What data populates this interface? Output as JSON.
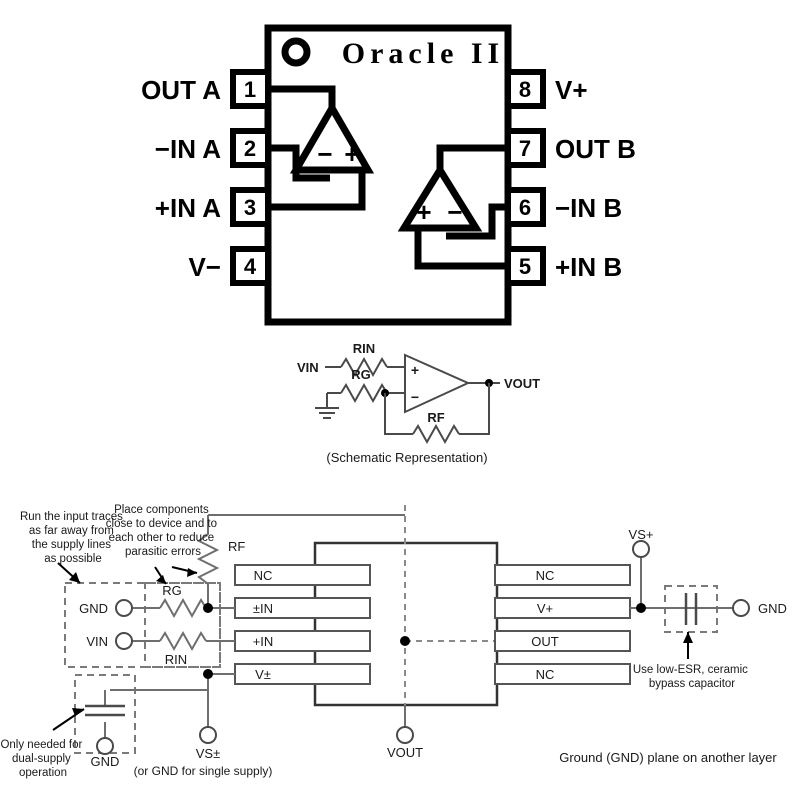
{
  "package": {
    "title": "Oracle II",
    "pin_marker_icon": "circle-pin1-marker",
    "left_pins": [
      {
        "num": "1",
        "label": "OUT A"
      },
      {
        "num": "2",
        "label": "−IN A"
      },
      {
        "num": "3",
        "label": "+IN A"
      },
      {
        "num": "4",
        "label": "V−"
      }
    ],
    "right_pins": [
      {
        "num": "8",
        "label": "V+"
      },
      {
        "num": "7",
        "label": "OUT B"
      },
      {
        "num": "6",
        "label": "−IN B"
      },
      {
        "num": "5",
        "label": "+IN B"
      }
    ],
    "amp_a": {
      "minus": "−",
      "plus": "+"
    },
    "amp_b": {
      "plus": "+",
      "minus": "−"
    }
  },
  "schematic": {
    "caption": "(Schematic Representation)",
    "vin": "VIN",
    "vout": "VOUT",
    "rin": "RIN",
    "rg": "RG",
    "rf": "RF",
    "opamp_plus": "+",
    "opamp_minus": "−",
    "ground_icon": "ground-symbol"
  },
  "layout": {
    "notes": {
      "input_traces": "Run the input traces\nas far away from\nthe supply lines\nas possible",
      "place_components": "Place components\nclose to device and to\neach other to reduce\nparasitic errors",
      "dual_supply": "Only needed for\ndual-supply\noperation",
      "bypass_cap": "Use low-ESR, ceramic\nbypass capacitor",
      "gnd_plane": "Ground (GND) plane on another layer"
    },
    "left_pads": [
      "NC",
      "±IN",
      "+IN",
      "V±"
    ],
    "right_pads": [
      "NC",
      "V+",
      "OUT",
      "NC"
    ],
    "components": {
      "rf": "RF",
      "rg": "RG",
      "rin": "RIN"
    },
    "terminals": {
      "gnd_left": "GND",
      "vin": "VIN",
      "gnd_cap": "GND",
      "vs_pm": "VS±",
      "vs_pm_note": "(or GND for single supply)",
      "vout": "VOUT",
      "vs_plus": "VS+",
      "gnd_right": "GND"
    }
  },
  "colors": {
    "ink": "#000000",
    "trace": "#6e6e6e",
    "pad_border": "#555555",
    "dash": "#7a7a7a",
    "text": "#1a1a1a"
  }
}
